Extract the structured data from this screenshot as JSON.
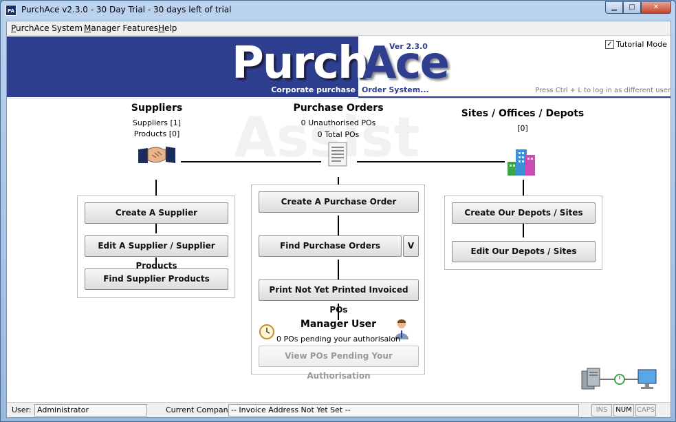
{
  "window": {
    "title": "PurchAce v2.3.0 - 30 Day Trial - 30 days left of trial",
    "app_icon_text": "PA",
    "minimize_glyph": "▁",
    "maximize_glyph": "□",
    "close_glyph": "✕"
  },
  "menu": {
    "items": [
      {
        "label": "PurchAce System"
      },
      {
        "label": "Manager Features"
      },
      {
        "label": "Help"
      }
    ]
  },
  "banner": {
    "logo_left": "Purch",
    "logo_right": "Ace",
    "version": "Ver 2.3.0",
    "tagline_left": "Corporate purchase",
    "tagline_right": "Order System...",
    "tutorial_label": "Tutorial Mode",
    "tutorial_checked": "✓",
    "login_hint": "Press Ctrl + L to log in as different user"
  },
  "watermark": "Assist",
  "suppliers": {
    "title": "Suppliers",
    "count": "Suppliers [1]",
    "products": "Products [0]",
    "icon": "handshake-icon",
    "buttons": [
      "Create A Supplier",
      "Edit A Supplier / Supplier Products",
      "Find Supplier Products"
    ]
  },
  "purchase_orders": {
    "title": "Purchase Orders",
    "unauthorised": "0 Unauthorised POs",
    "total": "0 Total POs",
    "icon": "document-icon",
    "buttons": [
      "Create A Purchase Order",
      "Find Purchase Orders",
      "Print Not Yet Printed Invoiced POs"
    ],
    "dropdown_label": "V"
  },
  "manager": {
    "title": "Manager User",
    "pending": "0 POs pending your authorisaion",
    "button": "View POs Pending Your Authorisation"
  },
  "sites": {
    "title": "Sites / Offices / Depots",
    "count": "[0]",
    "icon": "buildings-icon",
    "buttons": [
      "Create Our Depots / Sites",
      "Edit Our Depots / Sites"
    ]
  },
  "status": {
    "user_label": "User:",
    "user_value": "Administrator",
    "company_label": "Current Company",
    "company_value": "-- Invoice Address Not Yet Set --",
    "ins": "INS",
    "num": "NUM",
    "caps": "CAPS"
  },
  "colors": {
    "brand_blue": "#2e3f8f"
  }
}
